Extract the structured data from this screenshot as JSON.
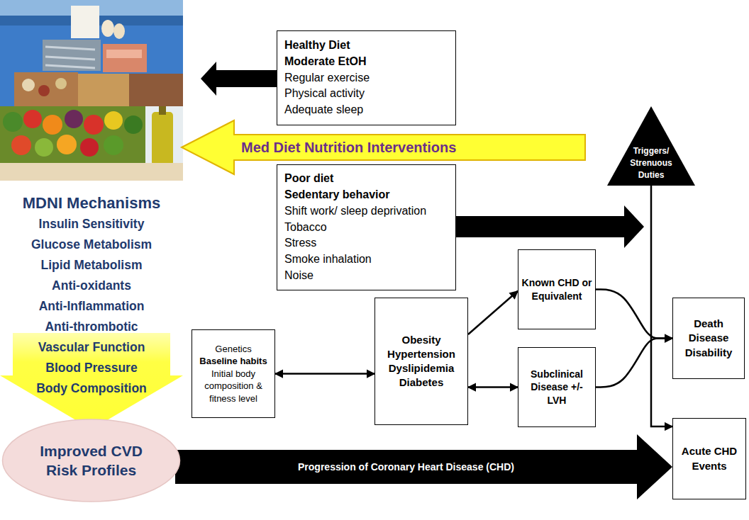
{
  "diagram": {
    "nodes": [
      {
        "text": [
          "Healthy Diet",
          "Moderate EtOH",
          "Regular exercise",
          "Physical activity",
          "Adequate sleep"
        ]
      },
      {
        "text": [
          "Med Diet Nutrition Interventions"
        ]
      },
      {
        "text": [
          "Triggers/ Strenuous Duties"
        ]
      },
      {
        "text": [
          "MDNI Mechanisms",
          "Insulin Sensitivity",
          "Glucose Metabolism",
          "Lipid Metabolism",
          "Anti-oxidants",
          "Anti-Inflammation",
          "Anti-thrombotic",
          "Vascular Function",
          "Blood Pressure",
          "Body Composition"
        ]
      },
      {
        "text": [
          "Poor diet",
          "Sedentary behavior",
          "Shift work/ sleep deprivation",
          "Tobacco",
          "Stress",
          "Smoke inhalation",
          "Noise"
        ]
      },
      {
        "text": [
          "Known CHD or Equivalent"
        ]
      },
      {
        "text": [
          "Genetics",
          "Baseline habits",
          "Initial body composition & fitness level"
        ]
      },
      {
        "text": [
          "Obesity",
          "Hypertension",
          "Dyslipidemia",
          "Diabetes"
        ]
      },
      {
        "text": [
          "Death",
          "Disease",
          "Disability"
        ]
      },
      {
        "text": [
          "Subclinical Disease +/- LVH"
        ]
      },
      {
        "text": [
          "Improved CVD Risk Profiles"
        ]
      },
      {
        "text": [
          "Acute CHD Events"
        ]
      }
    ],
    "edges": [
      {
        "from": 6,
        "to": 7,
        "arrow": "both"
      },
      {
        "from": 7,
        "to": 5,
        "arrow": "to"
      },
      {
        "from": 7,
        "to": 9,
        "arrow": "both"
      },
      {
        "from": 5,
        "to": 8,
        "arrow": "to"
      },
      {
        "from": 9,
        "to": 8,
        "arrow": "to"
      },
      {
        "from": 2,
        "to": 11,
        "arrow": "to"
      },
      {
        "from": 10,
        "to": 11,
        "arrow": "to",
        "label": "Progression of Coronary Heart Disease (CHD)"
      }
    ]
  }
}
